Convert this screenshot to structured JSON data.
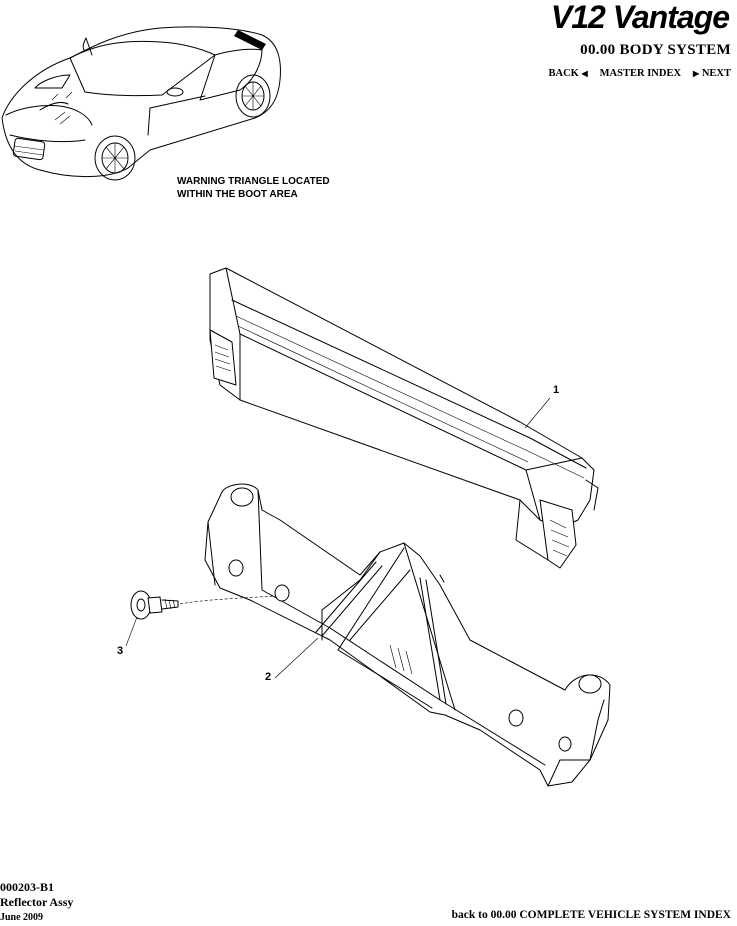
{
  "header": {
    "logo_text": "V12 Vantage",
    "system_title": "00.00 BODY SYSTEM",
    "nav": {
      "back_label": "BACK",
      "master_index_label": "MASTER INDEX",
      "next_label": "NEXT"
    }
  },
  "illustration": {
    "warning_line_1": "WARNING TRIANGLE LOCATED",
    "warning_line_2": "WITHIN THE BOOT AREA",
    "callouts": [
      "1",
      "2",
      "3"
    ]
  },
  "footer": {
    "code": "000203-B1",
    "title": "Reflector Assy",
    "date": "June 2009",
    "index_link": "back to 00.00 COMPLETE VEHICLE SYSTEM INDEX"
  }
}
